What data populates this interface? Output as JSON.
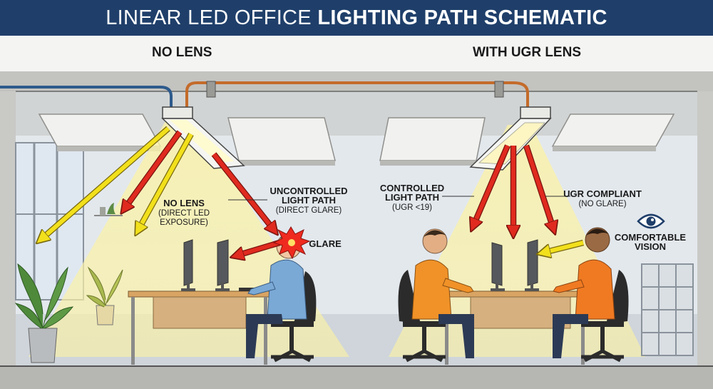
{
  "title": {
    "light": "LINEAR LED OFFICE",
    "bold": "LIGHTING PATH SCHEMATIC"
  },
  "left_section": {
    "heading": "NO LENS",
    "note_a": {
      "line1": "NO LENS",
      "line2": "(DIRECT LED",
      "line3": "EXPOSURE)"
    },
    "note_b": {
      "line1": "UNCONTROLLED",
      "line2": "LIGHT PATH",
      "line3": "(DIRECT GLARE)"
    },
    "glare": "GLARE"
  },
  "right_section": {
    "heading": "WITH UGR LENS",
    "note_a": {
      "line1": "CONTROLLED",
      "line2": "LIGHT PATH",
      "line3": "(UGR <19)"
    },
    "note_b": {
      "line1": "UGR COMPLIANT",
      "line2": "(NO GLARE)"
    },
    "note_c": {
      "line1": "COMFORTABLE",
      "line2": "VISION"
    }
  },
  "colors": {
    "banner": "#1f3f6a",
    "glare_arrow": "#e02a1f",
    "light_arrow": "#f2e01c",
    "light_cone": "#fbf1a6",
    "concrete": "#c9c9c6",
    "wall": "#e3e8ed"
  },
  "icons": [
    "eye-icon",
    "glare-burst-icon",
    "led-fixture-icon",
    "ugr-fixture-icon",
    "plant-icon",
    "monitor-icon",
    "office-chair-icon"
  ]
}
